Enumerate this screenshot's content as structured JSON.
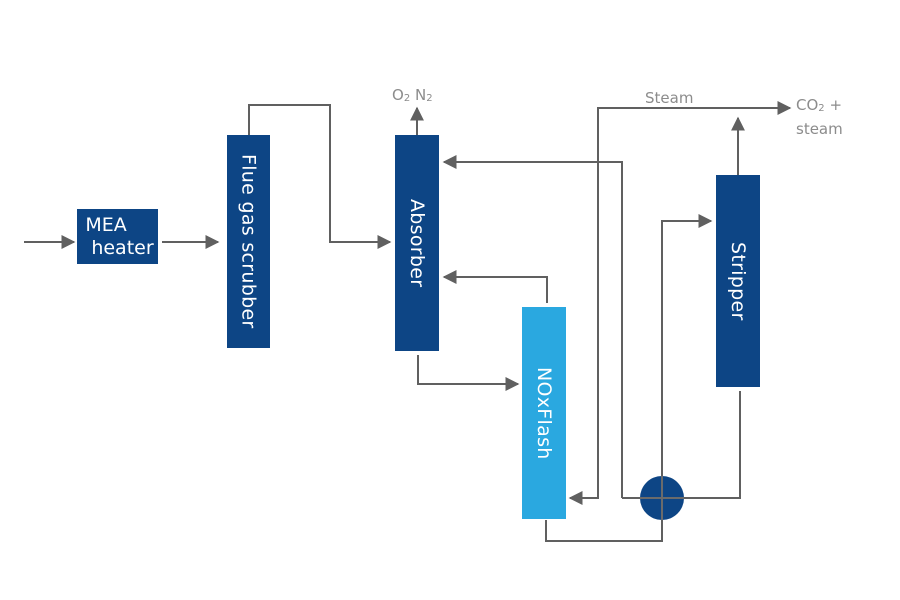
{
  "diagram": {
    "title": "MEA CO2 capture process flow",
    "colors": {
      "unit_dark": "#0d4585",
      "unit_light": "#2aa8e0",
      "line": "#606060",
      "label_gray": "#8c8c8c"
    },
    "units": {
      "mea_heater": {
        "line1": "MEA",
        "line2": "heater"
      },
      "flue_gas_scrubber": {
        "label": "Flue gas scrubber"
      },
      "absorber": {
        "label": "Absorber"
      },
      "noxflash": {
        "label": "NOxFlash"
      },
      "stripper": {
        "label": "Stripper"
      },
      "heat_exchanger": {
        "icon": "circle-heat-exchanger"
      }
    },
    "stream_labels": {
      "absorber_vent": {
        "o": "O",
        "o_sub": "2",
        "n": "N",
        "n_sub": "2"
      },
      "steam": "Steam",
      "stripper_overhead": {
        "co": "CO",
        "co_sub": "2",
        "plus": "+",
        "line2": "steam"
      }
    },
    "connections": [
      {
        "from": "feed",
        "to": "mea_heater"
      },
      {
        "from": "mea_heater",
        "to": "flue_gas_scrubber"
      },
      {
        "from": "flue_gas_scrubber",
        "to": "absorber"
      },
      {
        "from": "absorber",
        "to": "O2 N2 vent"
      },
      {
        "from": "absorber",
        "to": "noxflash"
      },
      {
        "from": "noxflash",
        "to": "absorber"
      },
      {
        "from": "heat_exchanger",
        "to": "absorber"
      },
      {
        "from": "noxflash",
        "to": "heat_exchanger"
      },
      {
        "from": "heat_exchanger",
        "to": "stripper"
      },
      {
        "from": "stripper",
        "to": "heat_exchanger"
      },
      {
        "from": "steam",
        "to": "noxflash"
      },
      {
        "from": "stripper",
        "to": "CO2 + steam"
      }
    ]
  }
}
